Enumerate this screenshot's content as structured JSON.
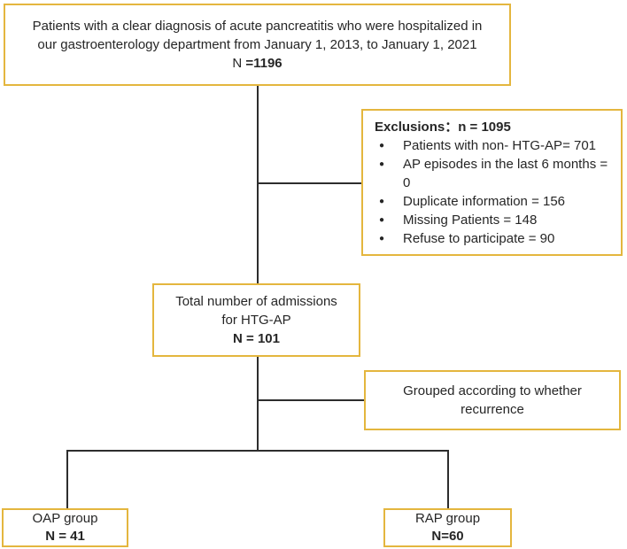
{
  "accent_color": "#E4B63E",
  "line_color": "#2d2d2d",
  "bullet_icon": "●",
  "top_box": {
    "line1": "Patients with a clear diagnosis of acute pancreatitis who were hospitalized in",
    "line2": "our gastroenterology department from January 1, 2013, to January 1, 2021",
    "n_prefix": "N ",
    "n_value": "=1196"
  },
  "exclusions_box": {
    "title": "Exclusions：n = 1095",
    "items": [
      "Patients with non- HTG-AP= 701",
      "AP episodes in the last 6 months = 0",
      "Duplicate information = 156",
      "Missing Patients = 148",
      "Refuse to participate = 90"
    ]
  },
  "total_box": {
    "line1": "Total number of admissions",
    "line2": "for HTG-AP",
    "n_value": "N = 101"
  },
  "grouping_box": {
    "line1": "Grouped according to whether",
    "line2": "recurrence"
  },
  "oap_box": {
    "name": "OAP group",
    "n_value": "N = 41"
  },
  "rap_box": {
    "name": "RAP group",
    "n_value": "N=60"
  }
}
